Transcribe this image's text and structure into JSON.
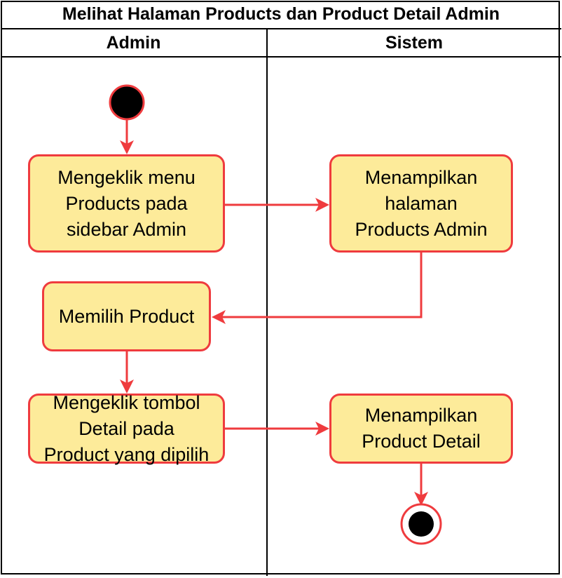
{
  "title": "Melihat Halaman Products dan Product Detail Admin",
  "lanes": [
    {
      "label": "Admin"
    },
    {
      "label": "Sistem"
    }
  ],
  "actions": {
    "click_products_menu": "Mengeklik menu\nProducts pada\nsidebar Admin",
    "show_products_page": "Menampilkan\nhalaman\nProducts Admin",
    "choose_product": "Memilih Product",
    "click_detail_button": "Mengeklik tombol\nDetail pada\nProduct yang dipilih",
    "show_product_detail": "Menampilkan\nProduct Detail"
  },
  "colors": {
    "action_fill": "#fdeb9a",
    "action_border": "#ef3b3e",
    "flow_line": "#ef3b3e",
    "node_fill": "#000000"
  }
}
